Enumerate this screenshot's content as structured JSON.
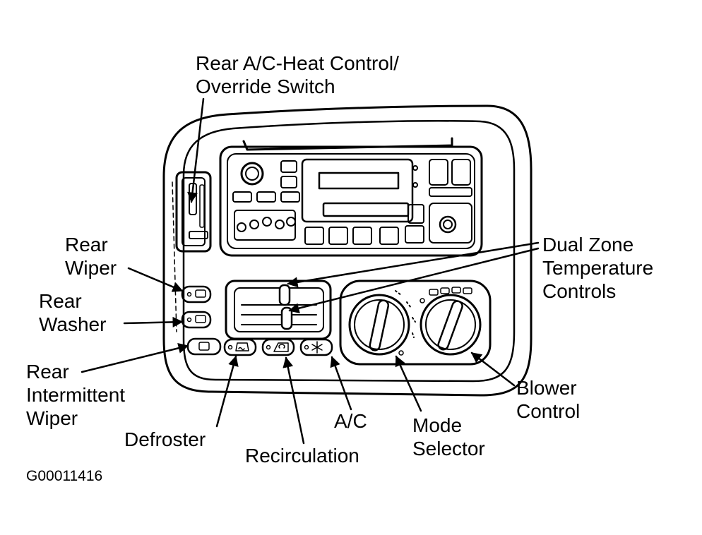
{
  "labels": {
    "rear_ac_heat": [
      "Rear A/C-Heat Control/",
      "Override Switch"
    ],
    "rear_wiper": [
      "Rear",
      "Wiper"
    ],
    "rear_washer": [
      "Rear",
      "Washer"
    ],
    "rear_intermittent_wiper": [
      "Rear",
      "Intermittent",
      "Wiper"
    ],
    "defroster": [
      "Defroster"
    ],
    "recirculation": [
      "Recirculation"
    ],
    "ac": [
      "A/C"
    ],
    "mode_selector": [
      "Mode",
      "Selector"
    ],
    "blower_control": [
      "Blower",
      "Control"
    ],
    "dual_zone": [
      "Dual Zone",
      "Temperature",
      "Controls"
    ]
  },
  "figure_code": "G00011416"
}
